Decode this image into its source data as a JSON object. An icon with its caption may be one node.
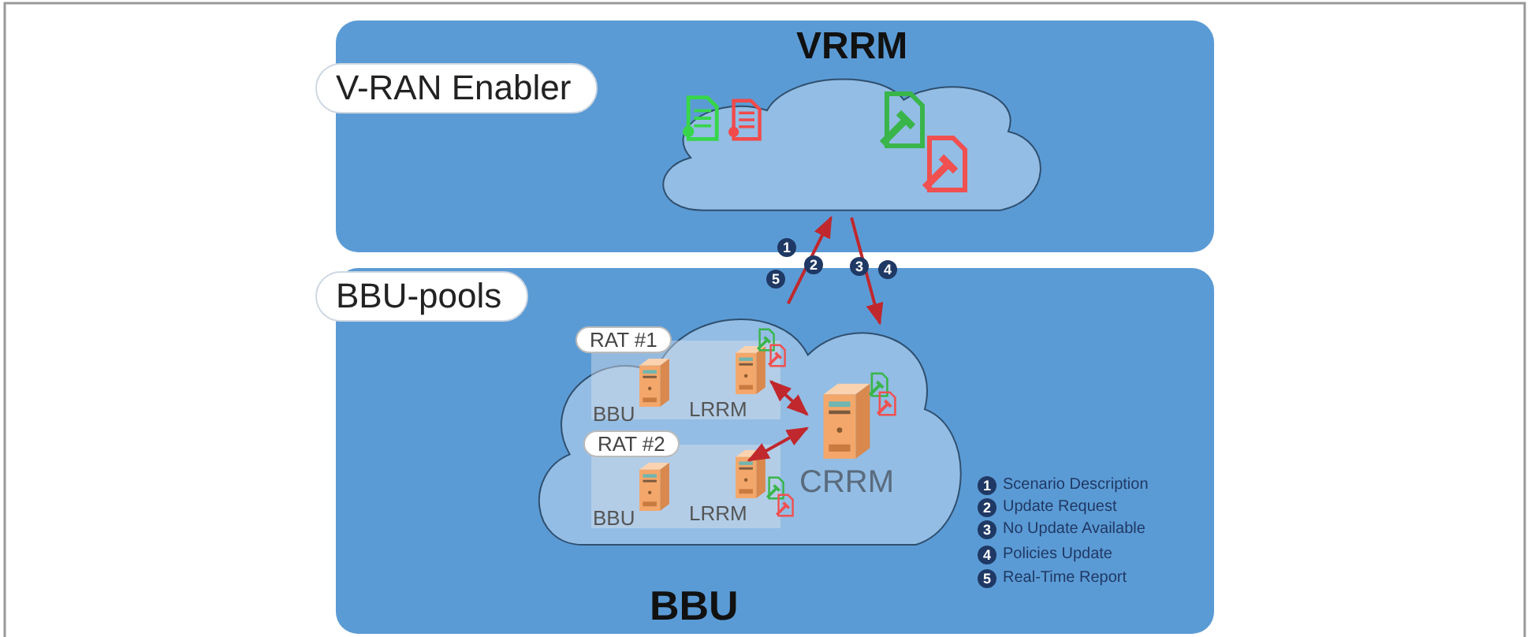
{
  "diagram": {
    "nodes": [
      {
        "text": [
          "V-RAN Enabler"
        ]
      },
      {
        "text": [
          "VRRM"
        ],
        "in": 0
      },
      {
        "text": [
          "BBU-pools"
        ]
      },
      {
        "text": [
          "BBU"
        ],
        "in": 2
      },
      {
        "text": [
          "RAT #1"
        ],
        "in": 3
      },
      {
        "text": [
          "BBU"
        ],
        "in": 4
      },
      {
        "text": [
          "LRRM"
        ],
        "in": 4
      },
      {
        "text": [
          "RAT #2"
        ],
        "in": 3
      },
      {
        "text": [
          "BBU"
        ],
        "in": 7
      },
      {
        "text": [
          "LRRM"
        ],
        "in": 7
      },
      {
        "text": [
          "CRRM"
        ],
        "in": 3
      }
    ],
    "edges": [
      {
        "from": 3,
        "to": 1,
        "arrow": "to"
      },
      {
        "from": 1,
        "to": 3,
        "arrow": "to"
      },
      {
        "from": 6,
        "to": 10,
        "arrow": "both"
      },
      {
        "from": 9,
        "to": 10,
        "arrow": "both"
      }
    ],
    "labels": [
      "1",
      "2",
      "3",
      "4",
      "5",
      "1",
      "Scenario Description",
      "2",
      "Update Request",
      "3",
      "No Update Available",
      "4",
      "Policies Update",
      "5",
      "Real-Time Report"
    ]
  }
}
